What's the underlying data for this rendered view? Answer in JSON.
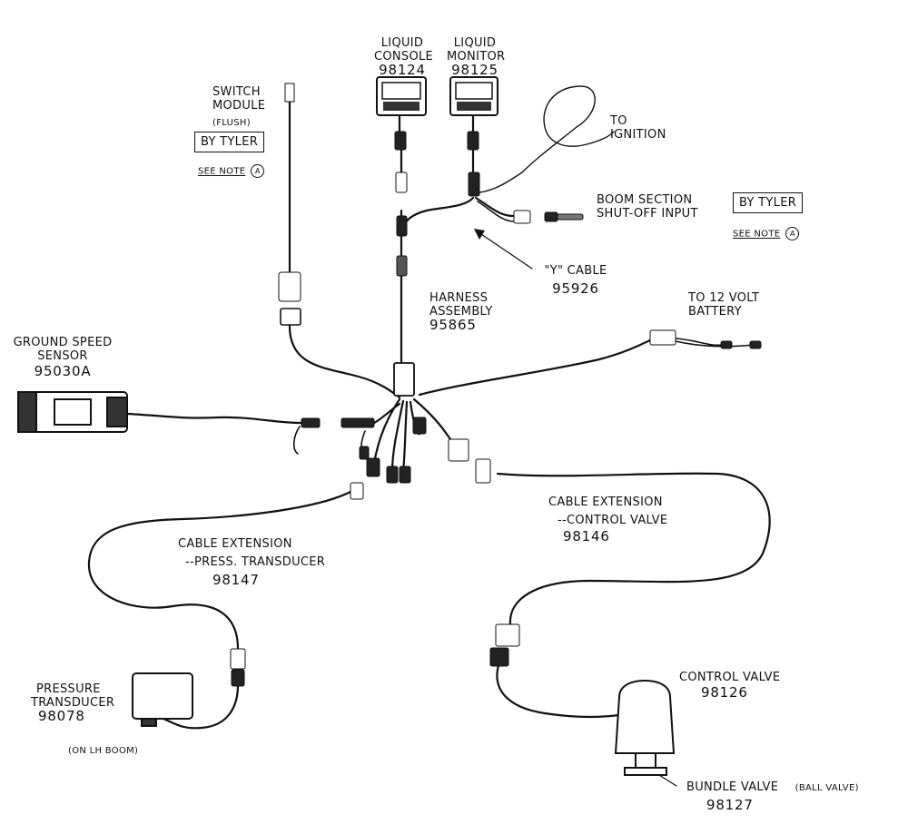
{
  "components": {
    "liquid_console": {
      "name_line1": "LIQUID",
      "name_line2": "CONSOLE",
      "part": "98124"
    },
    "liquid_monitor": {
      "name_line1": "LIQUID",
      "name_line2": "MONITOR",
      "part": "98125"
    },
    "switch_module": {
      "name_line1": "SWITCH",
      "name_line2": "MODULE",
      "note": "(FLUSH)",
      "supplier": "BY TYLER",
      "see_note": "SEE NOTE",
      "note_ref": "A"
    },
    "to_ignition": {
      "line1": "TO",
      "line2": "IGNITION"
    },
    "boom_section": {
      "line1": "BOOM SECTION",
      "line2": "SHUT-OFF INPUT",
      "supplier": "BY TYLER",
      "see_note": "SEE NOTE",
      "note_ref": "A"
    },
    "y_cable": {
      "name": "\"Y\" CABLE",
      "part": "95926"
    },
    "harness_assembly": {
      "name_line1": "HARNESS",
      "name_line2": "ASSEMBLY",
      "part": "95865"
    },
    "battery": {
      "line1": "TO 12 VOLT",
      "line2": "BATTERY"
    },
    "ground_speed_sensor": {
      "name_line1": "GROUND SPEED",
      "name_line2": "SENSOR",
      "part": "95030A"
    },
    "cable_ext_control_valve": {
      "line1": "CABLE EXTENSION",
      "line2": "--CONTROL VALVE",
      "part": "98146"
    },
    "cable_ext_press_transducer": {
      "line1": "CABLE EXTENSION",
      "line2": "--PRESS. TRANSDUCER",
      "part": "98147"
    },
    "pressure_transducer": {
      "name_line1": "PRESSURE",
      "name_line2": "TRANSDUCER",
      "part": "98078",
      "location": "(ON LH BOOM)"
    },
    "control_valve": {
      "name": "CONTROL VALVE",
      "part": "98126"
    },
    "bundle_valve": {
      "name": "BUNDLE VALVE",
      "type": "(BALL VALVE)",
      "part": "98127"
    }
  }
}
